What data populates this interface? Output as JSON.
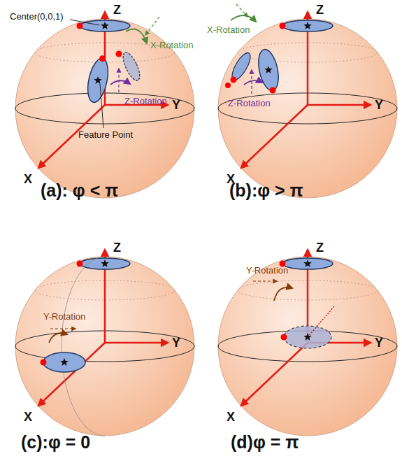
{
  "diagram": {
    "labels": [
      "Center(0,0,1)",
      "Z",
      "X-Rotation",
      "Y",
      "Z-Rotation",
      "Feature Point",
      "X",
      "(a): φ < π",
      "Z",
      "X-Rotation",
      "Y",
      "Z-Rotation",
      "X",
      "(b):φ > π",
      "Z",
      "Y-Rotation",
      "Y",
      "X",
      "(c):φ = 0",
      "Z",
      "Y-Rotation",
      "Y",
      "X",
      "(d)φ = π"
    ]
  }
}
